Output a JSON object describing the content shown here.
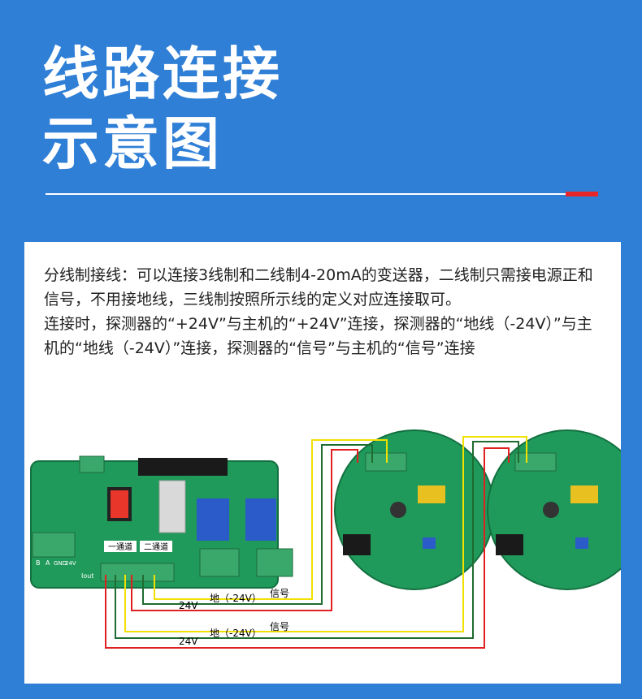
{
  "title": {
    "line1": "线路连接",
    "line2": "示意图"
  },
  "description": {
    "paragraph1": "分线制接线：可以连接3线制和二线制4-20mA的变送器，二线制只需接电源正和信号，不用接地线，三线制按照所示线的定义对应连接取可。",
    "paragraph2": "连接时，探测器的“+24V”与主机的“+24V”连接，探测器的“地线（-24V）”与主机的“地线（-24V）”连接，探测器的“信号”与主机的“信号”连接"
  },
  "board": {
    "channel1_label": "一通道",
    "channel2_label": "二通道",
    "terminal_labels": [
      "B",
      "A",
      "GND",
      "24V"
    ],
    "output_label": "Iout"
  },
  "wire_labels": {
    "set1": {
      "signal": "信号",
      "ground": "地（-24V）",
      "power": "24V"
    },
    "set2": {
      "signal": "信号",
      "ground": "地（-24V）",
      "power": "24V"
    }
  },
  "colors": {
    "background": "#2f7fd6",
    "accent": "#e8262a",
    "pcb": "#1f9a5a",
    "wire_signal": "#f2e000",
    "wire_ground": "#1f6b30",
    "wire_power": "#e02020"
  }
}
